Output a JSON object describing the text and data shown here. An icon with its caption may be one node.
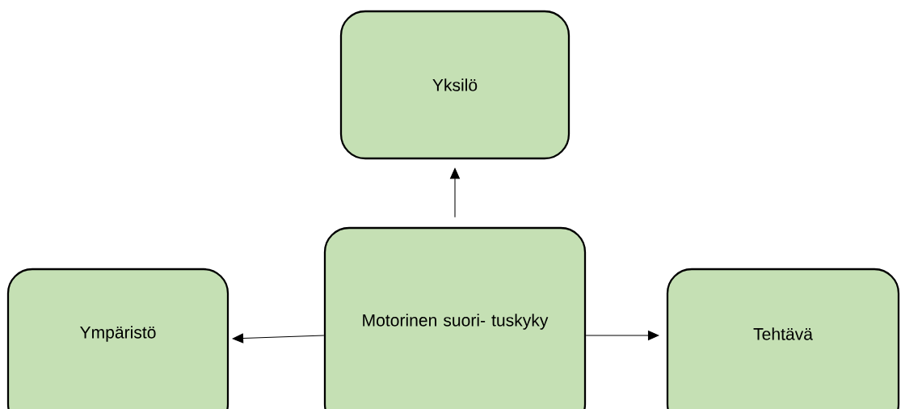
{
  "diagram": {
    "nodes": [
      {
        "text": [
          "Yksilö"
        ]
      },
      {
        "text": [
          "Motorinen suori- tuskyky"
        ]
      },
      {
        "text": [
          "Ympäristö"
        ]
      },
      {
        "text": [
          "Tehtävä"
        ]
      }
    ],
    "edges": [
      {
        "from": 1,
        "to": 0,
        "arrow": "to"
      },
      {
        "from": 1,
        "to": 2,
        "arrow": "to"
      },
      {
        "from": 1,
        "to": 3,
        "arrow": "to"
      }
    ]
  }
}
